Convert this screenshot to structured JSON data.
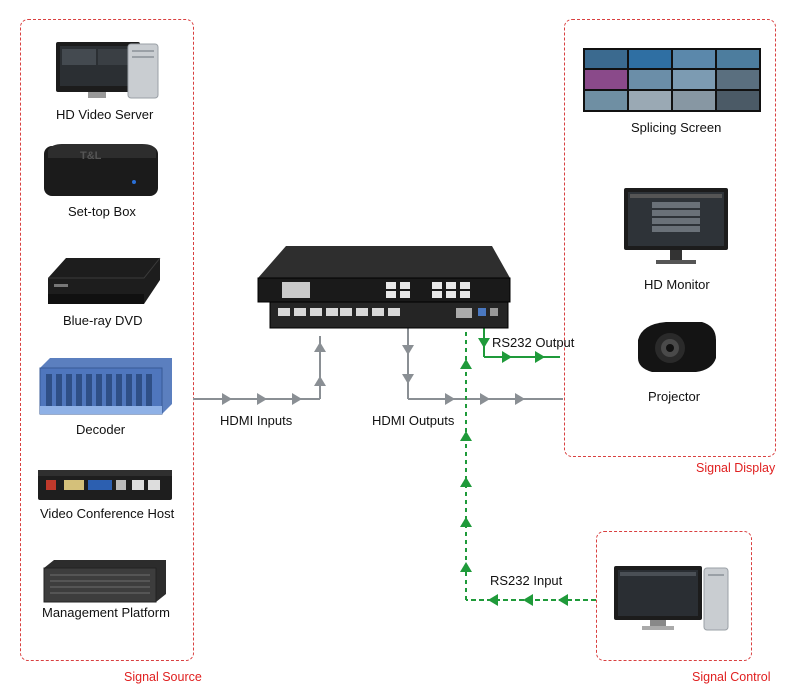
{
  "source": {
    "group_label": "Signal Source",
    "devices": [
      {
        "label": "HD Video Server",
        "icon": "computer-tower-icon"
      },
      {
        "label": "Set-top Box",
        "icon": "set-top-box-icon"
      },
      {
        "label": "Blue-ray DVD",
        "icon": "dvd-player-icon"
      },
      {
        "label": "Decoder",
        "icon": "decoder-rack-icon"
      },
      {
        "label": "Video Conference Host",
        "icon": "conference-host-icon"
      },
      {
        "label": "Management Platform",
        "icon": "rack-server-icon"
      }
    ],
    "logo_text": "T&L"
  },
  "display": {
    "group_label": "Signal Display",
    "devices": [
      {
        "label": "Splicing Screen",
        "icon": "video-wall-icon"
      },
      {
        "label": "HD Monitor",
        "icon": "monitor-icon"
      },
      {
        "label": "Projector",
        "icon": "projector-icon"
      }
    ]
  },
  "control": {
    "group_label": "Signal Control",
    "device_icon": "control-computer-icon"
  },
  "links": {
    "hdmi_inputs": "HDMI Inputs",
    "hdmi_outputs": "HDMI Outputs",
    "rs232_output": "RS232 Output",
    "rs232_input": "RS232 Input"
  },
  "colors": {
    "border": "#d94040",
    "group_label": "#e02020",
    "hdmi_line": "#8a8f94",
    "rs232_line": "#1f9a3a"
  }
}
